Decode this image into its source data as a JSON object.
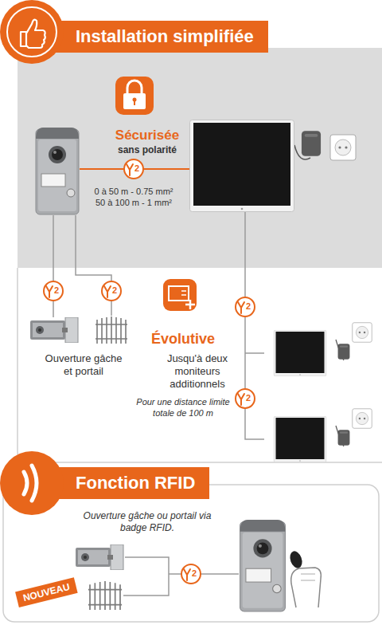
{
  "diagram": {
    "title": "Installation simplifiée",
    "nodes": [
      {
        "text": [
          "Fonction RFID"
        ]
      },
      {
        "text": [
          "NOUVEAU"
        ]
      }
    ],
    "labels": [
      "Sécurisée",
      "sans polarité",
      "2",
      "0 à 50 m - 0.75 mm²",
      "50 à 100 m - 1 mm²",
      "2",
      "2",
      "Ouverture gâche et portail",
      "Évolutive",
      "Jusqu'à deux moniteurs additionnels",
      "Pour une distance limite totale de 100 m",
      "2",
      "2",
      "Ouverture gâche ou portail via badge RFID.",
      "2"
    ]
  }
}
